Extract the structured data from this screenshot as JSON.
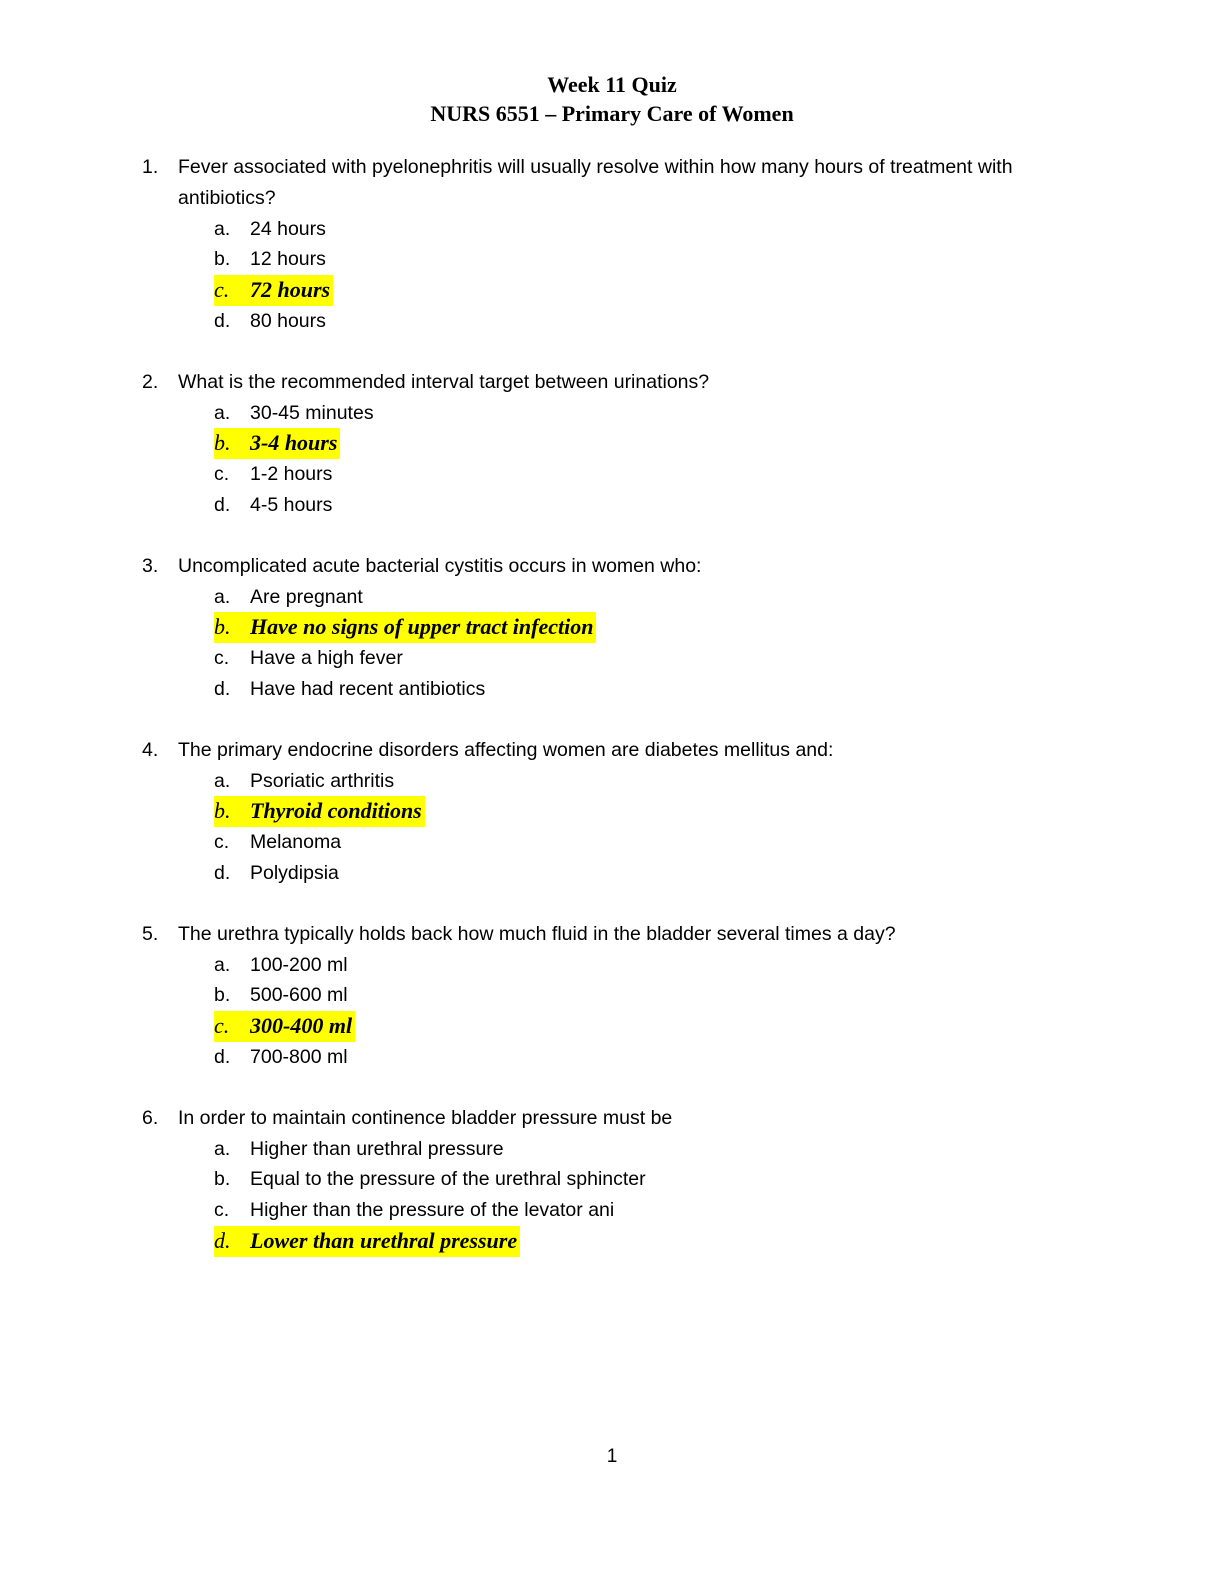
{
  "document": {
    "title": "Week 11 Quiz",
    "subtitle": "NURS 6551 – Primary Care of Women",
    "page_number": "1",
    "highlight_color": "#ffff00"
  },
  "questions": [
    {
      "number": "1.",
      "text": "Fever associated with pyelonephritis will usually resolve within how many hours of treatment with antibiotics?",
      "options": [
        {
          "letter": "a.",
          "text": "24 hours",
          "correct": false
        },
        {
          "letter": "b.",
          "text": "12 hours",
          "correct": false
        },
        {
          "letter": "c.",
          "text": "72 hours",
          "correct": true
        },
        {
          "letter": "d.",
          "text": "80 hours",
          "correct": false
        }
      ]
    },
    {
      "number": "2.",
      "text": "What is the recommended interval target between urinations?",
      "options": [
        {
          "letter": "a.",
          "text": "30-45 minutes",
          "correct": false
        },
        {
          "letter": "b.",
          "text": "3-4 hours",
          "correct": true
        },
        {
          "letter": "c.",
          "text": "1-2 hours",
          "correct": false
        },
        {
          "letter": "d.",
          "text": "4-5 hours",
          "correct": false
        }
      ]
    },
    {
      "number": "3.",
      "text": "Uncomplicated acute bacterial cystitis occurs in women who:",
      "options": [
        {
          "letter": "a.",
          "text": "Are pregnant",
          "correct": false
        },
        {
          "letter": "b.",
          "text": "Have no signs of upper tract infection",
          "correct": true
        },
        {
          "letter": "c.",
          "text": "Have a high fever",
          "correct": false
        },
        {
          "letter": "d.",
          "text": "Have had recent antibiotics",
          "correct": false
        }
      ]
    },
    {
      "number": "4.",
      "text": "The primary endocrine disorders affecting women are diabetes mellitus and:",
      "options": [
        {
          "letter": "a.",
          "text": "Psoriatic arthritis",
          "correct": false
        },
        {
          "letter": "b.",
          "text": "Thyroid conditions",
          "correct": true
        },
        {
          "letter": "c.",
          "text": "Melanoma",
          "correct": false
        },
        {
          "letter": "d.",
          "text": "Polydipsia",
          "correct": false
        }
      ]
    },
    {
      "number": "5.",
      "text": "The urethra typically holds back how much fluid in the bladder several times a day?",
      "options": [
        {
          "letter": "a.",
          "text": "100-200 ml",
          "correct": false
        },
        {
          "letter": "b.",
          "text": "500-600 ml",
          "correct": false
        },
        {
          "letter": "c.",
          "text": "300-400 ml",
          "correct": true
        },
        {
          "letter": "d.",
          "text": "700-800 ml",
          "correct": false
        }
      ]
    },
    {
      "number": "6.",
      "text": "In order to maintain continence bladder pressure must be",
      "options": [
        {
          "letter": "a.",
          "text": "Higher than urethral pressure",
          "correct": false
        },
        {
          "letter": "b.",
          "text": "Equal to the pressure of the urethral sphincter",
          "correct": false
        },
        {
          "letter": "c.",
          "text": "Higher than the pressure of the levator ani",
          "correct": false
        },
        {
          "letter": "d.",
          "text": "Lower than urethral pressure",
          "correct": true
        }
      ]
    }
  ]
}
